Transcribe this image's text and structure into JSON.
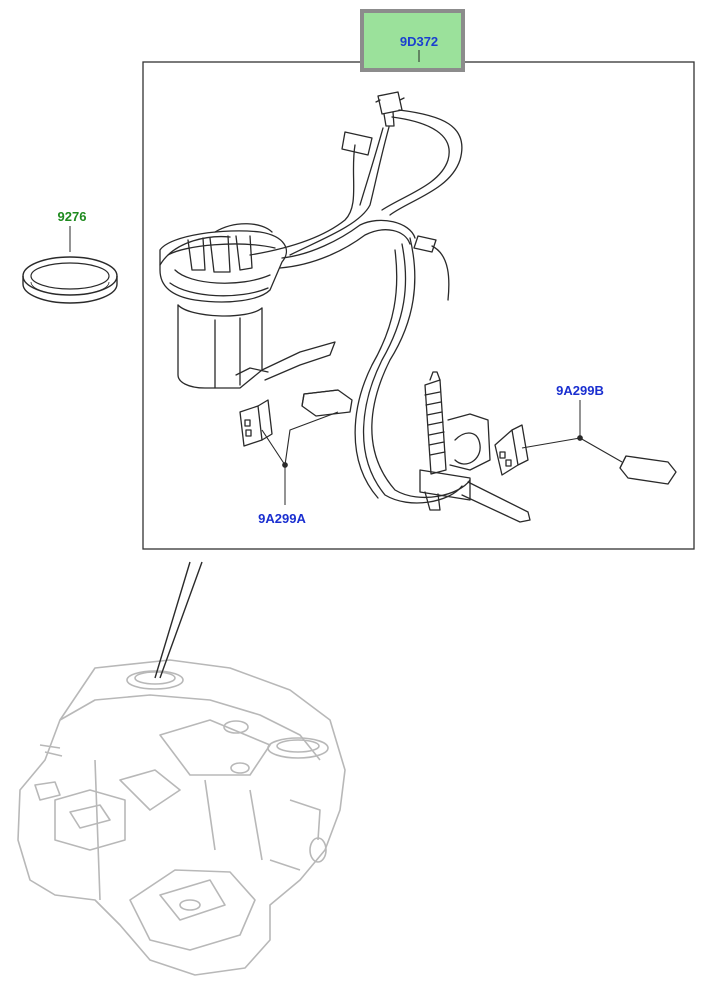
{
  "callouts": {
    "main_assembly": {
      "code": "9D372",
      "color": "#1a3fd0",
      "highlight_fill": "#9be19b",
      "highlight_border": "#8c8c8c"
    },
    "seal_ring": {
      "code": "9276",
      "color": "#1e8a1e"
    },
    "sender_a": {
      "code": "9A299A",
      "color": "#1a2fd0"
    },
    "sender_b": {
      "code": "9A299B",
      "color": "#1a2fd0"
    }
  },
  "colors": {
    "line_art": "#2a2a2a",
    "ghost_tank": "#b8b8b8",
    "frame": "#333333"
  }
}
